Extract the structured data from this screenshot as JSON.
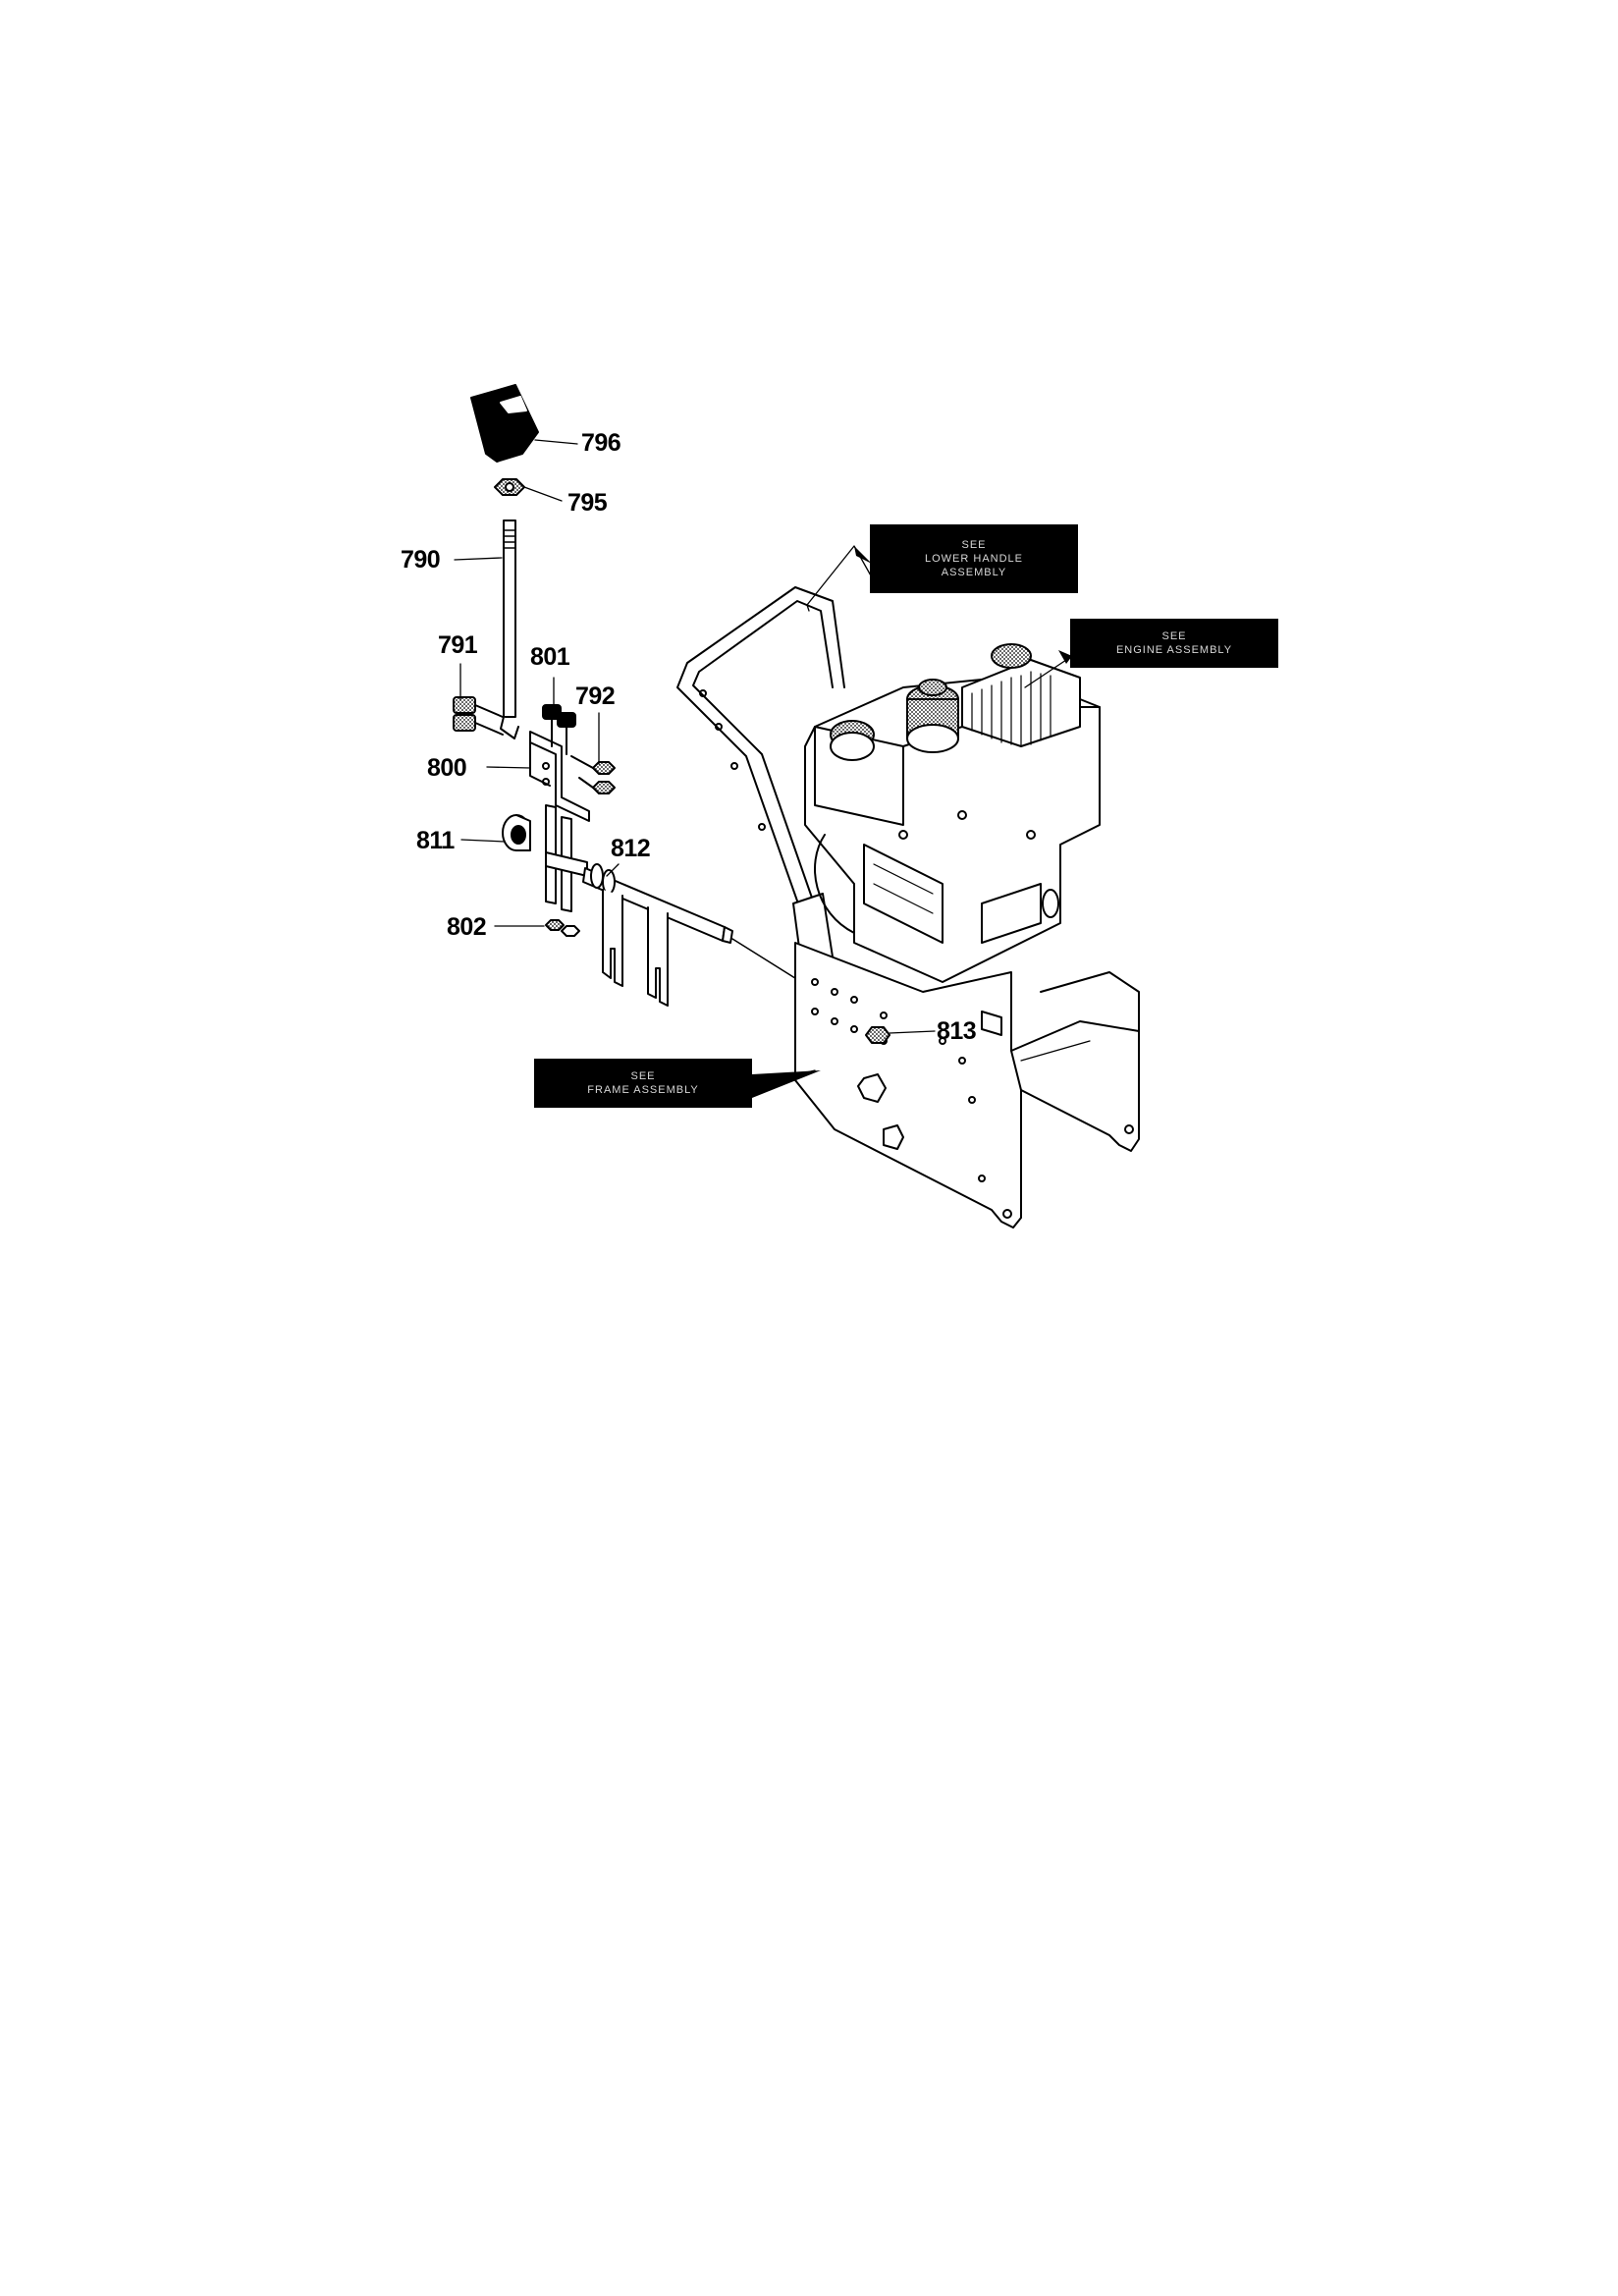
{
  "parts": [
    {
      "id": "796",
      "label": "796"
    },
    {
      "id": "795",
      "label": "795"
    },
    {
      "id": "790",
      "label": "790"
    },
    {
      "id": "791",
      "label": "791"
    },
    {
      "id": "801",
      "label": "801"
    },
    {
      "id": "792",
      "label": "792"
    },
    {
      "id": "800",
      "label": "800"
    },
    {
      "id": "811",
      "label": "811"
    },
    {
      "id": "812",
      "label": "812"
    },
    {
      "id": "802",
      "label": "802"
    },
    {
      "id": "813",
      "label": "813"
    }
  ],
  "references": {
    "lower_handle": {
      "line1": "SEE",
      "line2": "LOWER HANDLE",
      "line3": "ASSEMBLY"
    },
    "engine": {
      "line1": "SEE",
      "line2": "ENGINE ASSEMBLY"
    },
    "frame": {
      "line1": "SEE",
      "line2": "FRAME ASSEMBLY"
    }
  }
}
